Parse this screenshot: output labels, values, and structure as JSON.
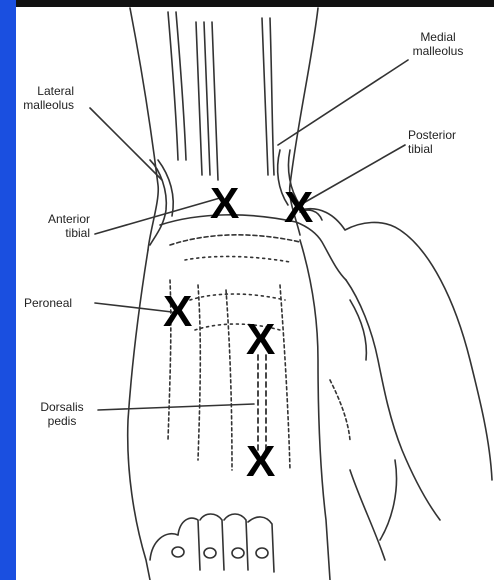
{
  "colors": {
    "left_bar": "#1a4fe0",
    "top_bar": "#111111",
    "line": "#333333",
    "background": "#ffffff"
  },
  "labels": {
    "medial_malleolus": "Medial\nmalleolus",
    "lateral_malleolus": "Lateral\nmalleolus",
    "posterior_tibial": "Posterior\ntibial",
    "anterior_tibial": "Anterior\ntibial",
    "peroneal": "Peroneal",
    "dorsalis_pedis": "Dorsalis\npedis"
  },
  "marker_text": "X"
}
